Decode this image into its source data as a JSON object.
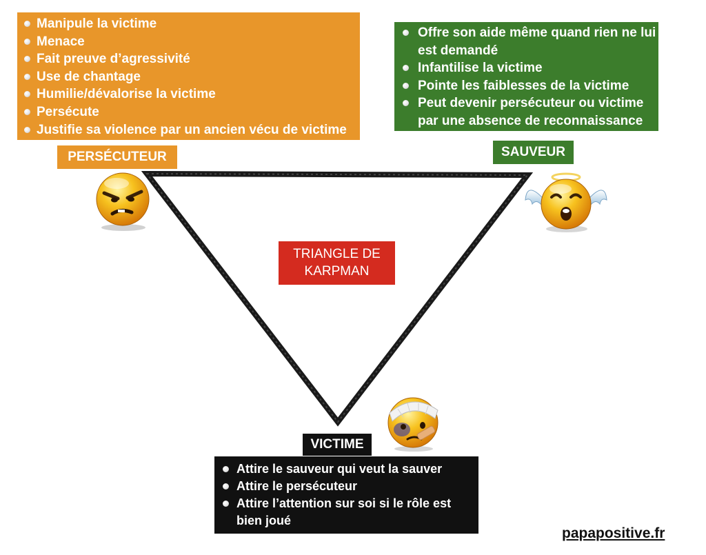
{
  "persecuteur": {
    "label": "PERSÉCUTEUR",
    "color": "#e8962a",
    "traits": [
      "Manipule la victime",
      "Menace",
      "Fait preuve d’agressivité",
      "Use de chantage",
      "Humilie/dévalorise la victime",
      "Persécute",
      "Justifie sa violence par un ancien vécu de victime"
    ],
    "emoji": "angry-face-icon"
  },
  "sauveur": {
    "label": "SAUVEUR",
    "color": "#3c7d2c",
    "traits": [
      "Offre son aide même quand rien ne lui est demandé",
      "Infantilise la victime",
      "Pointe les faiblesses de la victime",
      "Peut devenir persécuteur ou victime par une absence de reconnaissance"
    ],
    "emoji": "angel-face-icon"
  },
  "victime": {
    "label": "VICTIME",
    "color": "#111111",
    "traits": [
      "Attire le sauveur qui veut la sauver",
      "Attire le persécuteur",
      "Attire l’attention sur soi si le rôle est bien joué"
    ],
    "emoji": "injured-face-icon"
  },
  "title": {
    "line1": "TRIANGLE DE",
    "line2": "KARPMAN",
    "color": "#d42b1f"
  },
  "footer": {
    "text": "papapositive.fr"
  }
}
